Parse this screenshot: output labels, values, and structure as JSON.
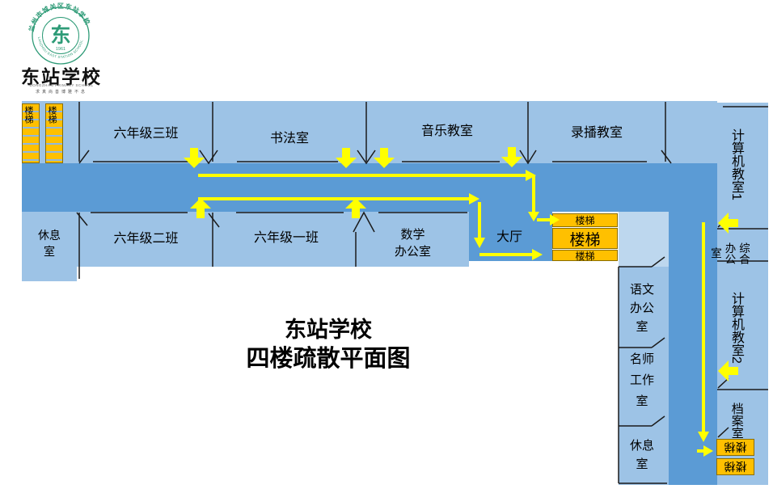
{
  "logo": {
    "ring_top": "兰州市城关区东站学校",
    "ring_bottom": "LANZHOU EAST STATION SCHOOL",
    "emblem": "东",
    "year": "1961",
    "name": "东站学校",
    "name_en": "DONGZHAN PRIMARY SCHOOL",
    "motto": "求真尚善博雅不息"
  },
  "title": {
    "line1": "东站学校",
    "line2": "四楼疏散平面图"
  },
  "labels": {
    "stairs": "楼梯",
    "grade6_class3": "六年级三班",
    "calligraphy_room": "书法室",
    "music_room": "音乐教室",
    "recording_room": "录播教室",
    "computer_room1": "计算机教室1",
    "rest_room_left": "休息\n室",
    "grade6_class2": "六年级二班",
    "grade6_class1": "六年级一班",
    "math_office": "数学\n办公室",
    "hall": "大厅",
    "general_office": "综合\n办公\n室",
    "chinese_office": "语文\n办公\n室",
    "teacher_studio": "名师\n工作\n室",
    "rest_room_right": "休息\n室",
    "computer_room2": "计算机教室2",
    "archive_room": "档案室"
  },
  "colors": {
    "room": "#9DC3E6",
    "room_light": "#BDD7EE",
    "corridor": "#5B9BD5",
    "stairs": "#FFC000",
    "route": "#FFFF00",
    "logo_green": "#2E9B77"
  }
}
